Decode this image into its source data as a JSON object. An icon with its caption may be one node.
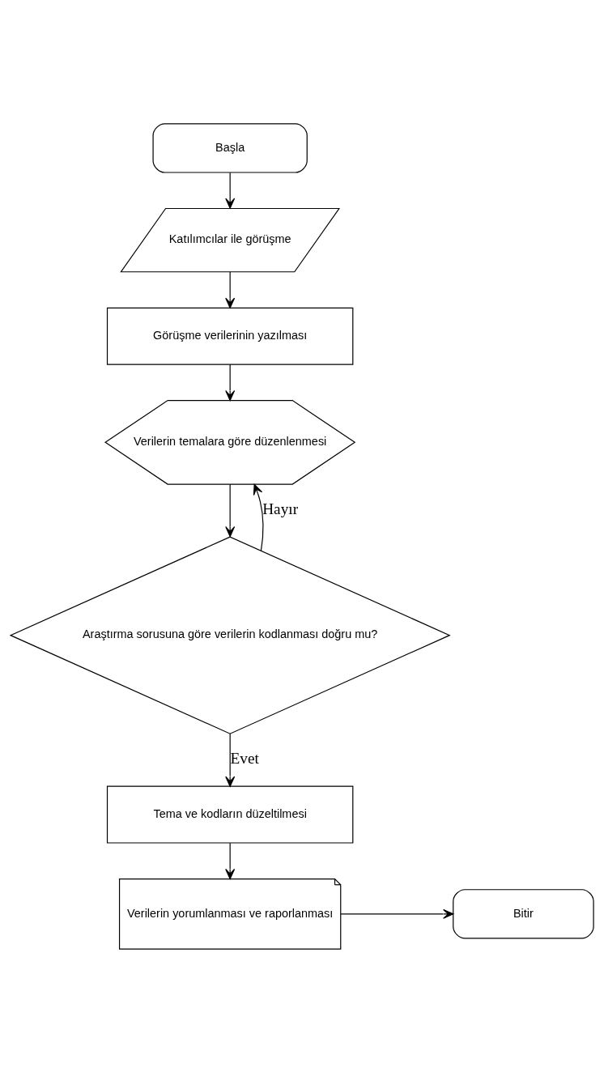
{
  "diagram": {
    "nodes": [
      {
        "text": [
          "Başla"
        ]
      },
      {
        "text": [
          "Katılımcılar ile görüşme"
        ]
      },
      {
        "text": [
          "Görüşme verilerinin yazılması"
        ]
      },
      {
        "text": [
          "Verilerin temalara göre düzenlenmesi"
        ]
      },
      {
        "text": [
          "Araştırma sorusuna göre verilerin kodlanması doğru mu?"
        ]
      },
      {
        "text": [
          "Tema ve kodların düzeltilmesi"
        ]
      },
      {
        "text": [
          "Verilerin yorumlanması ve raporlanması"
        ]
      },
      {
        "text": [
          "Bitir"
        ]
      }
    ],
    "edges": [
      {
        "from": 0,
        "to": 1,
        "arrow": "to"
      },
      {
        "from": 1,
        "to": 2,
        "arrow": "to"
      },
      {
        "from": 2,
        "to": 3,
        "arrow": "to"
      },
      {
        "from": 3,
        "to": 4,
        "arrow": "to"
      },
      {
        "from": 4,
        "to": 5,
        "arrow": "to",
        "label": "Evet"
      },
      {
        "from": 4,
        "to": 3,
        "arrow": "to",
        "label": "Hayır"
      },
      {
        "from": 5,
        "to": 6,
        "arrow": "to"
      },
      {
        "from": 6,
        "to": 7,
        "arrow": "to"
      }
    ]
  }
}
